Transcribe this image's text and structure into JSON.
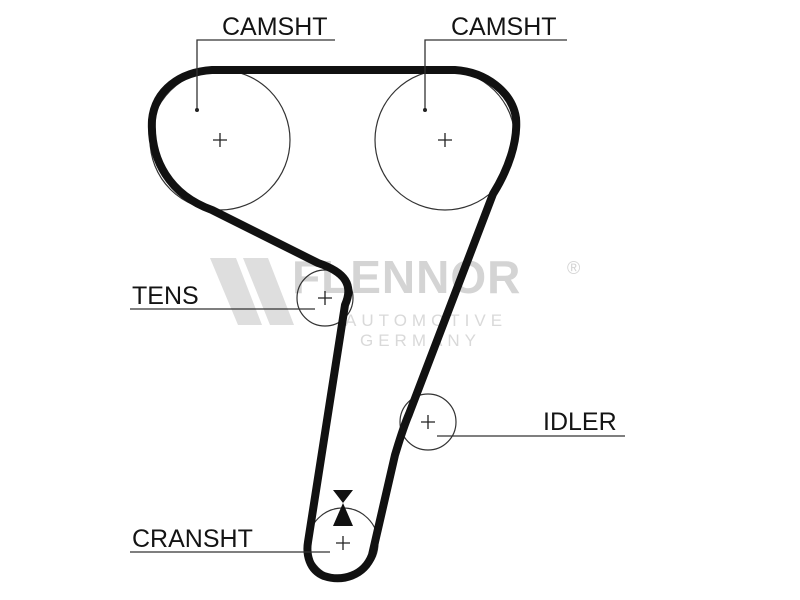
{
  "labels": {
    "camshaft_left": "CAMSHT",
    "camshaft_right": "CAMSHT",
    "tensioner": "TENS",
    "idler": "IDLER",
    "crankshaft": "CRANSHT"
  },
  "watermark": {
    "brand": "FLENNOR",
    "registered": "®",
    "line1": "AUTOMOTIVE",
    "line2": "GERMANY"
  },
  "colors": {
    "belt": "#111111",
    "outline": "#333333",
    "watermark": "#d4d4d4"
  }
}
